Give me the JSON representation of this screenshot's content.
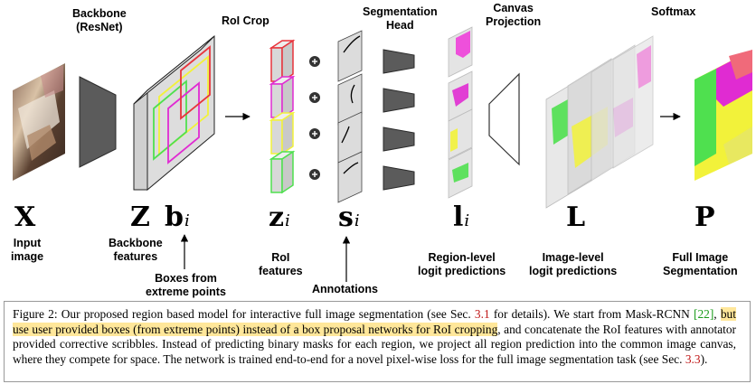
{
  "stage_titles": {
    "backbone": [
      "Backbone",
      "(ResNet)"
    ],
    "roi_crop": "RoI Crop",
    "seg_head": [
      "Segmentation",
      "Head"
    ],
    "canvas": [
      "Canvas",
      "Projection"
    ],
    "softmax": "Softmax"
  },
  "symbols": {
    "x": "X",
    "z": "Z",
    "b": "b",
    "b_sub": "i",
    "zi": "z",
    "zi_sub": "i",
    "si": "s",
    "si_sub": "i",
    "li": "l",
    "li_sub": "i",
    "L": "L",
    "P": "P"
  },
  "labels": {
    "input_image": [
      "Input",
      "image"
    ],
    "backbone_features": [
      "Backbone",
      "features"
    ],
    "boxes": [
      "Boxes from",
      "extreme points"
    ],
    "roi_features": [
      "RoI",
      "features"
    ],
    "annotations": "Annotations",
    "region_logits": [
      "Region-level",
      "logit predictions"
    ],
    "image_logits": [
      "Image-level",
      "logit predictions"
    ],
    "full_seg": [
      "Full Image",
      "Segmentation"
    ]
  },
  "caption": {
    "fig_label": "Figure 2:",
    "part1": "Our proposed region based model for interactive full image segmentation (see Sec.",
    "sec1": "3.1",
    "part2": "for details). We start from Mask-RCNN",
    "ref1": "[22]",
    "part3": ",",
    "highlight": "but use user provided boxes (from extreme points) instead of a box proposal networks for RoI cropping",
    "part4": ", and concatenate the RoI features with annotator provided corrective scribbles. Instead of predicting binary masks for each region, we project all region prediction into the common image canvas, where they compete for space. The network is trained end-to-end for a novel pixel-wise loss for the full image segmentation task (see Sec.",
    "sec2": "3.3",
    "part5": ")."
  },
  "colors": {
    "red": "#e8343c",
    "magenta": "#e02bd2",
    "yellow": "#f2f23a",
    "green": "#4fe04f",
    "gray": "#c8c8c8",
    "dark": "#5b5b5b",
    "highlight": "#ffe79a"
  }
}
